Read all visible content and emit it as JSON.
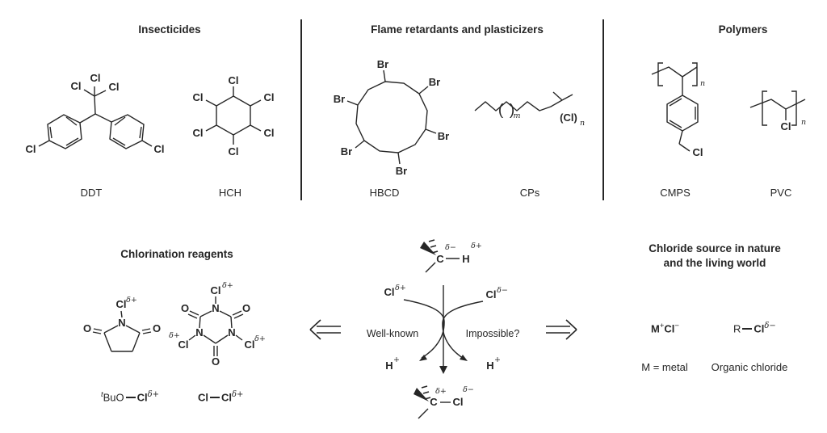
{
  "colors": {
    "ink": "#262626",
    "background": "#ffffff"
  },
  "atoms": {
    "cl": "Cl",
    "br": "Br",
    "c": "C",
    "h": "H",
    "n": "N",
    "o": "O",
    "delta_plus": "δ+",
    "delta_minus": "δ−",
    "plus": "+",
    "minus": "−",
    "sub_m": "m",
    "sub_n": "n",
    "paren_open": "(",
    "paren_close": ")",
    "cl_in_parens": "(Cl)",
    "tert_prefix": "t",
    "butoxy": "BuO",
    "metal": "M",
    "organyl": "R"
  },
  "sections": {
    "insecticides": {
      "title": "Insecticides",
      "compounds": [
        "DDT",
        "HCH"
      ]
    },
    "flame_retardants": {
      "title": "Flame retardants and plasticizers",
      "compounds": [
        "HBCD",
        "CPs"
      ]
    },
    "polymers": {
      "title": "Polymers",
      "compounds": [
        "CMPS",
        "PVC"
      ]
    },
    "chlorination_reagents": {
      "title": "Chlorination reagents"
    },
    "chloride_source": {
      "title_line1": "Chloride source in nature",
      "title_line2": "and the living world",
      "captions": [
        "M = metal",
        "Organic chloride"
      ]
    }
  },
  "center_scheme": {
    "left_label": "Well-known",
    "right_label": "Impossible?"
  }
}
